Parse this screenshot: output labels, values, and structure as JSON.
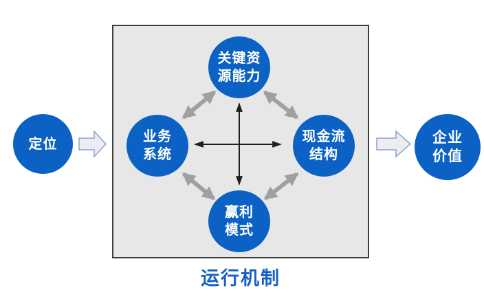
{
  "colors": {
    "node_blue": "#0b62c4",
    "node_text": "#ffffff",
    "box_background": "#e7e7e7",
    "box_border": "#3d3d3d",
    "diagonal_arrow_gray": "#a0a0a0",
    "cross_arrow_black": "#1f1f1f",
    "block_arrow_fill": "#ebedf1",
    "block_arrow_border": "#8ca2cc",
    "caption_blue": "#1560c4"
  },
  "diagram": {
    "input_node": {
      "label": "定位"
    },
    "output_node": {
      "label": "企业\n价值"
    },
    "mechanism": {
      "caption": "运行机制",
      "nodes": [
        {
          "id": "key-resources",
          "position": "top",
          "label": "关键资\n源能力"
        },
        {
          "id": "business-system",
          "position": "left",
          "label": "业务\n系统"
        },
        {
          "id": "cash-flow-structure",
          "position": "right",
          "label": "现金流\n结构"
        },
        {
          "id": "profit-model",
          "position": "bottom",
          "label": "赢利\n模式"
        }
      ]
    }
  }
}
